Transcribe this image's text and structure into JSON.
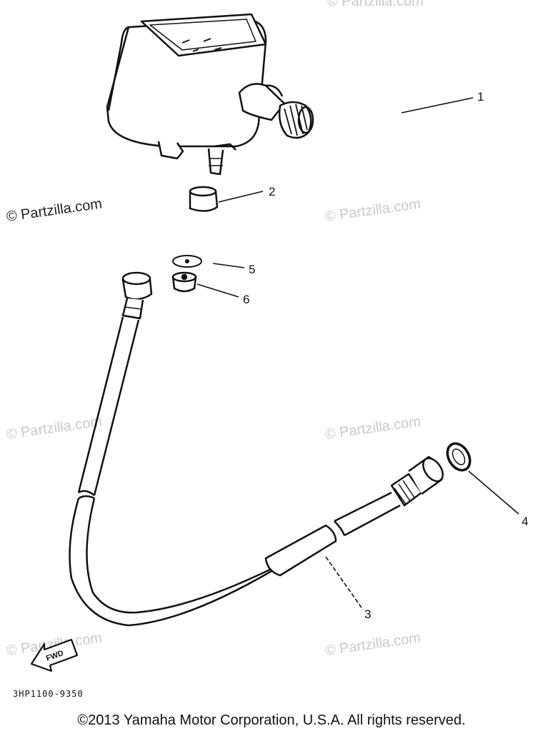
{
  "callouts": [
    {
      "id": "part-1",
      "label": "1"
    },
    {
      "id": "part-2",
      "label": "2"
    },
    {
      "id": "part-3",
      "label": "3"
    },
    {
      "id": "part-4",
      "label": "4"
    },
    {
      "id": "part-5",
      "label": "5"
    },
    {
      "id": "part-6",
      "label": "6"
    }
  ],
  "watermark": "© Partzilla.com",
  "fwd_marker": "FWD",
  "diagram_code": "3HP1100-9350",
  "copyright": "©2013 Yamaha Motor Corporation, U.S.A. All rights reserved."
}
